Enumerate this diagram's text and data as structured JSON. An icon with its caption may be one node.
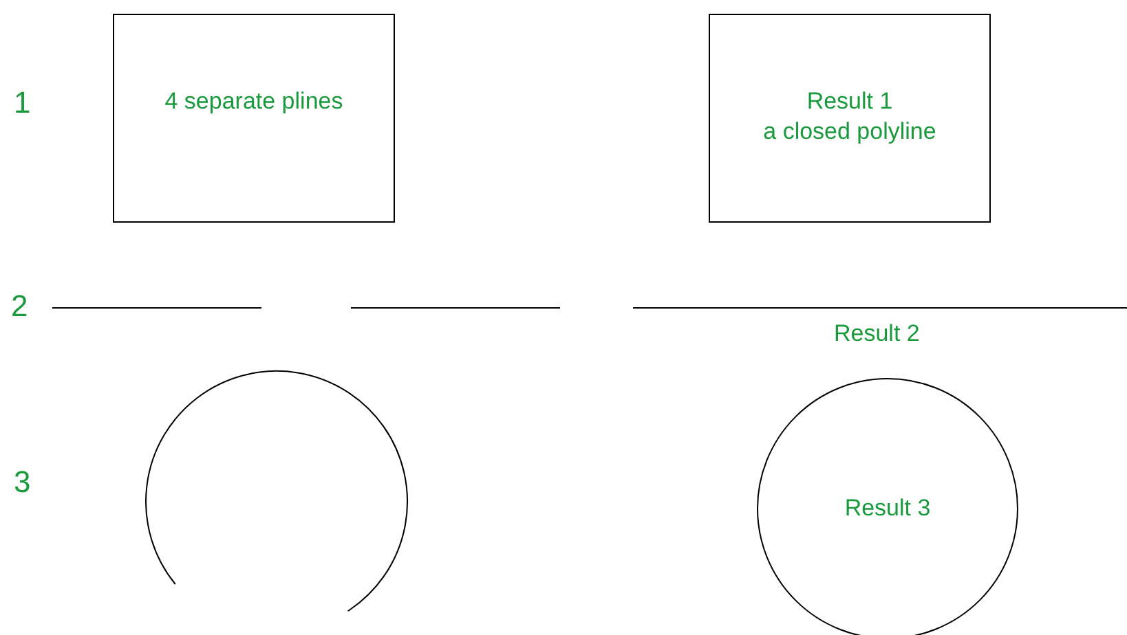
{
  "diagram": {
    "nodes": [
      {
        "text": [
          "4 separate plines"
        ]
      },
      {
        "text": [
          "Result 1",
          "a closed polyline"
        ]
      },
      {
        "text": [
          "Result 3"
        ]
      }
    ],
    "edges": [],
    "labels": [
      "1",
      "2",
      "Result 2",
      "3"
    ]
  }
}
